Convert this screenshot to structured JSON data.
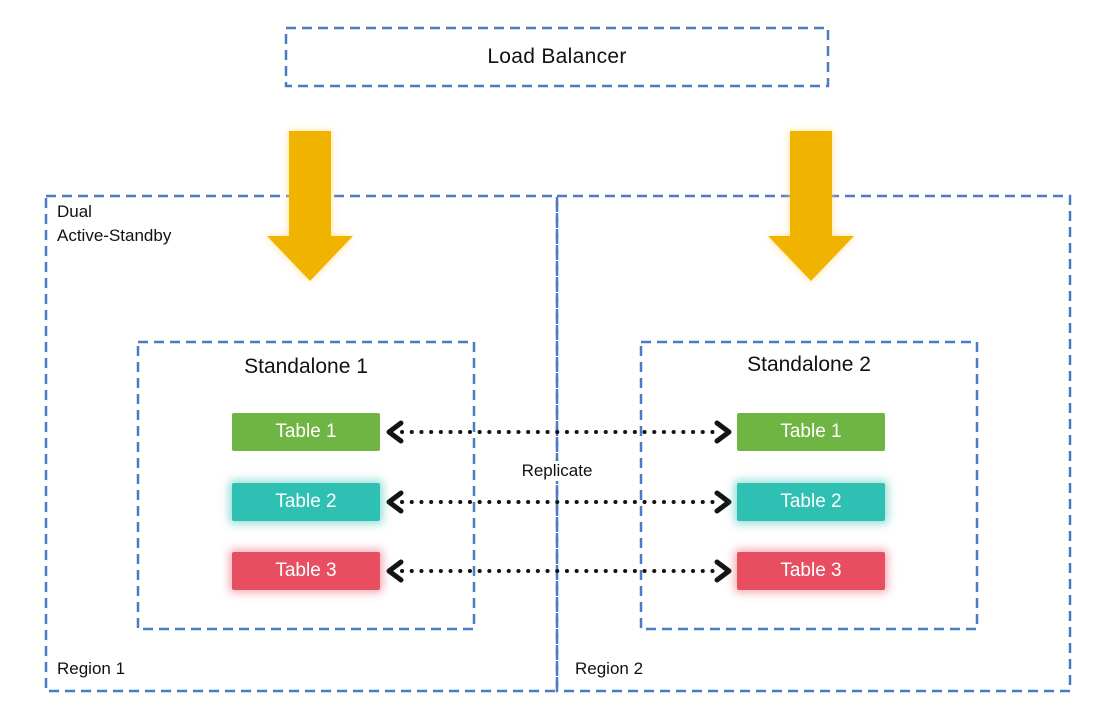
{
  "colors": {
    "background": "#FFFFFF",
    "dashed_border": "#4C7BC6",
    "arrow": "#F0B400",
    "arrow_glow": "#FFE9A8",
    "connector": "#141414",
    "text": "#111111",
    "table_text": "#FFFFFF",
    "table_green": "#6EB543",
    "table_teal": "#2EC0B2",
    "table_red": "#E74F60"
  },
  "load_balancer": {
    "label": "Load Balancer"
  },
  "labels": {
    "dual_active_standby": "Dual\nActive-Standby",
    "replicate": "Replicate"
  },
  "icons": {
    "down_arrow_left": "down-arrow",
    "down_arrow_right": "down-arrow",
    "replicate_connector": "dotted-double-headed-arrow"
  },
  "regions": [
    {
      "label": "Region 1",
      "standalone": {
        "title": "Standalone 1",
        "tables": [
          {
            "label": "Table 1",
            "color": "#6EB543"
          },
          {
            "label": "Table 2",
            "color": "#2EC0B2"
          },
          {
            "label": "Table 3",
            "color": "#E74F60"
          }
        ]
      }
    },
    {
      "label": "Region 2",
      "standalone": {
        "title": "Standalone 2",
        "tables": [
          {
            "label": "Table 1",
            "color": "#6EB543"
          },
          {
            "label": "Table 2",
            "color": "#2EC0B2"
          },
          {
            "label": "Table 3",
            "color": "#E74F60"
          }
        ]
      }
    }
  ]
}
